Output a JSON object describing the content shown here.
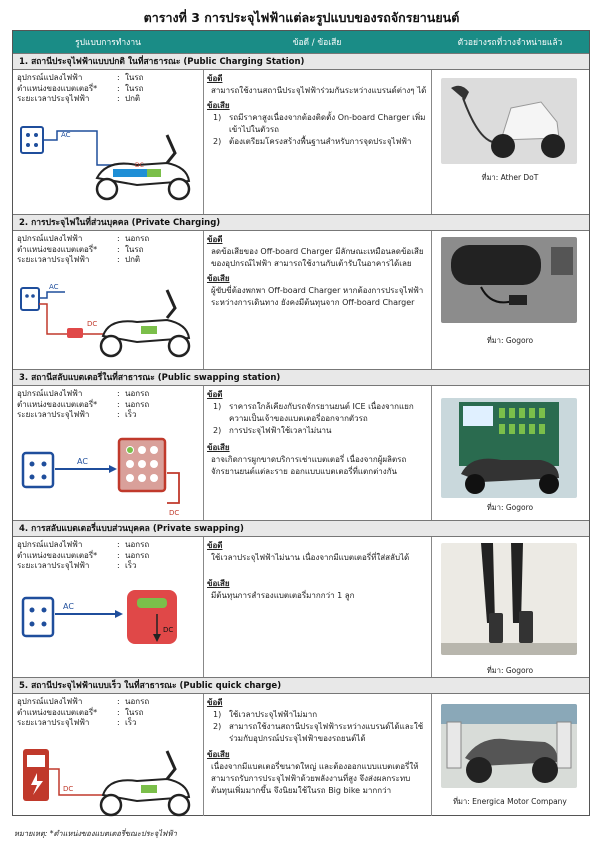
{
  "title": "ตารางที่ 3 การประจุไฟฟ้าแต่ละรูปแบบของรถจักรยานยนต์",
  "header": {
    "col1": "รูปแบบการทำงาน",
    "col2": "ข้อดี / ข้อเสีย",
    "col3": "ตัวอย่างรถที่วางจำหน่ายแล้ว"
  },
  "labels": {
    "converter": "อุปกรณ์แปลงไฟฟ้า",
    "battery_pos": "ตำแหน่งของแบตเตอรี่*",
    "duration": "ระยะเวลาประจุไฟฟ้า",
    "adv": "ข้อดี",
    "disadv": "ข้อเสีย",
    "ac": "AC",
    "dc": "DC"
  },
  "sections": [
    {
      "title": "1. สถานีประจุไฟฟ้าแบบปกติ ในที่สาธารณะ (Public Charging Station)",
      "converter": "ในรถ",
      "battery_pos": "ในรถ",
      "duration": "ปกติ",
      "adv_text": "สามารถใช้งานสถานีประจุไฟฟ้าร่วมกันระหว่างแบรนด์ต่างๆ ได้",
      "disadv_items": [
        "รถมีราคาสูงเนื่องจากต้องติดตั้ง On-board Charger เพิ่มเข้าไปในตัวรถ",
        "ต้องเตรียมโครงสร้างพื้นฐานสำหรับการจุดประจุไฟฟ้า"
      ],
      "caption": "ที่มา: Ather DoT"
    },
    {
      "title": "2. การประจุไฟในที่ส่วนบุคคล (Private Charging)",
      "converter": "นอกรถ",
      "battery_pos": "ในรถ",
      "duration": "ปกติ",
      "adv_text": "ลดข้อเสียของ Off-board Charger มีลักษณะเหมือนลดข้อเสียของอุปกรณ์ไฟฟ้า สามารถใช้งานกับเต้ารับในอาคารได้เลย",
      "disadv_text": "ผู้ขับขี่ต้องพกพา Off-board Charger หากต้องการประจุไฟฟ้าระหว่างการเดินทาง ยังคงมีต้นทุนจาก Off-board Charger",
      "caption": "ที่มา: Gogoro"
    },
    {
      "title": "3. สถานีสลับแบตเตอรี่ในที่สาธารณะ (Public swapping station)",
      "converter": "นอกรถ",
      "battery_pos": "นอกรถ",
      "duration": "เร็ว",
      "adv_items": [
        "ราคารถใกล้เคียงกับรถจักรยานยนต์ ICE เนื่องจากแยกความเป็นเจ้าของแบตเตอรี่ออกจากตัวรถ",
        "การประจุไฟฟ้าใช้เวลาไม่นาน"
      ],
      "disadv_text": "อาจเกิดการผูกขาดบริการเช่าแบตเตอรี่ เนื่องจากผู้ผลิตรถจักรยานยนต์แต่ละราย ออกแบบแบตเตอรี่ที่แตกต่างกัน",
      "caption": "ที่มา: Gogoro"
    },
    {
      "title": "4. การสลับแบตเตอรี่แบบส่วนบุคคล (Private swapping)",
      "converter": "นอกรถ",
      "battery_pos": "นอกรถ",
      "duration": "เร็ว",
      "adv_text": "ใช้เวลาประจุไฟฟ้าไม่นาน เนื่องจากมีแบตเตอรี่ที่ใส่สลับได้",
      "disadv_text": "มีต้นทุนการสำรองแบตเตอรี่มากกว่า 1 ลูก",
      "caption": "ที่มา: Gogoro"
    },
    {
      "title": "5. สถานีประจุไฟฟ้าแบบเร็ว ในที่สาธารณะ (Public quick charge)",
      "converter": "นอกรถ",
      "battery_pos": "ในรถ",
      "duration": "เร็ว",
      "adv_items": [
        "ใช้เวลาประจุไฟฟ้าไม่มาก",
        "สามารถใช้งานสถานีประจุไฟฟ้าระหว่างแบรนด์ได้และใช้ร่วมกับอุปกรณ์ประจุไฟฟ้าของรถยนต์ได้"
      ],
      "disadv_text": "เนื่องจากมีแบตเตอรี่ขนาดใหญ่ และต้องออกแบบแบตเตอรี่ให้สามารถรับการประจุไฟฟ้าด้วยพลังงานที่สูง จึงส่งผลกระทบต้นทุนเพิ่มมากขึ้น จึงนิยมใช้ในรถ Big bike มากกว่า",
      "caption": "ที่มา: Energica Motor Company"
    }
  ],
  "footnote": "หมายเหตุ: *ตำแหน่งของแบตเตอรี่ขณะประจุไฟฟ้า",
  "colors": {
    "header_bg": "#1a8c86",
    "section_bg": "#e8e8e8",
    "ac_line": "#1f4e9c",
    "dc_line": "#c0392b",
    "battery_green": "#7bbf4a",
    "battery_red": "#e04848"
  }
}
